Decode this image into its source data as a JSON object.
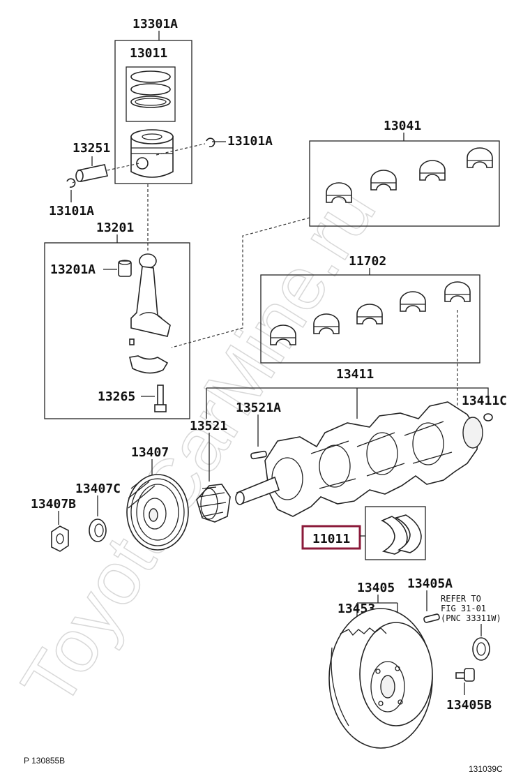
{
  "watermark": "ToyotaCarMine.ru",
  "labels": {
    "l13301A": "13301A",
    "l13011": "13011",
    "l13251": "13251",
    "l13101A_a": "13101A",
    "l13101A_b": "13101A",
    "l13041": "13041",
    "l13201": "13201",
    "l13201A": "13201A",
    "l11702": "11702",
    "l13265": "13265",
    "l13411": "13411",
    "l13411C": "13411C",
    "l13521A": "13521A",
    "l13521": "13521",
    "l13407": "13407",
    "l13407C": "13407C",
    "l13407B": "13407B",
    "l11011": "11011",
    "l13405": "13405",
    "l13405A": "13405A",
    "l13453": "13453",
    "l13405B": "13405B"
  },
  "refer_note": {
    "line1": "REFER TO",
    "line2": "FIG 31-01",
    "line3": "(PNC 33311W)"
  },
  "footer": {
    "left_code": "P 130855B",
    "right_code": "131039C"
  },
  "colors": {
    "highlight": "#8b1a3a",
    "ink": "#222222"
  }
}
